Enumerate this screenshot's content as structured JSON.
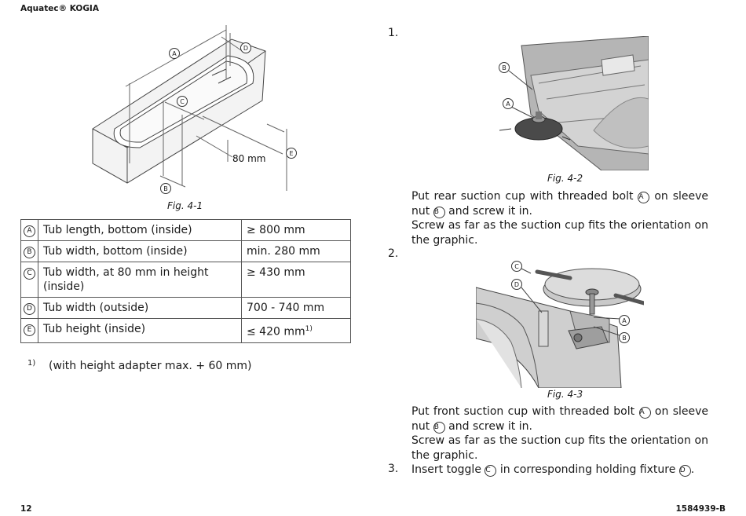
{
  "header": {
    "brand": "Aquatec® KOGIA"
  },
  "footer": {
    "page_number": "12",
    "doc_id": "1584939-B"
  },
  "fig_4_1": {
    "caption": "Fig. 4-1",
    "dimension_label": "80 mm",
    "markers": [
      "A",
      "B",
      "C",
      "D",
      "E"
    ]
  },
  "spec_table": {
    "rows": [
      {
        "key": "A",
        "label": "Tub length, bottom (inside)",
        "value": "≥ 800 mm",
        "footnote": ""
      },
      {
        "key": "B",
        "label": "Tub width, bottom (inside)",
        "value": "min. 280 mm",
        "footnote": ""
      },
      {
        "key": "C",
        "label": "Tub width, at 80 mm in height (inside)",
        "value": "≥ 430 mm",
        "footnote": ""
      },
      {
        "key": "D",
        "label": "Tub width (outside)",
        "value": "700 - 740 mm",
        "footnote": ""
      },
      {
        "key": "E",
        "label": "Tub height (inside)",
        "value": "≤ 420 mm",
        "footnote": "1)"
      }
    ]
  },
  "footnote": {
    "mark": "1)",
    "text": "(with height adapter max. + 60 mm)"
  },
  "steps": [
    {
      "num": "1."
    },
    {
      "num": "2."
    },
    {
      "num": "3."
    }
  ],
  "fig_4_2": {
    "caption": "Fig. 4-2",
    "markers": [
      "B",
      "A"
    ]
  },
  "fig_4_3": {
    "caption": "Fig. 4-3",
    "markers": [
      "C",
      "D",
      "A",
      "B"
    ]
  },
  "step1": {
    "line1_a": "Put rear suction cup with threaded bolt",
    "line1_m": "A",
    "line1_b": "on sleeve nut",
    "line1_m2": "B",
    "line1_c": "and screw it in.",
    "line2": "Screw as far as the suction cup fits the orientation on the graphic."
  },
  "step2": {
    "line1_a": "Put front suction cup with threaded bolt",
    "line1_m": "A",
    "line1_b": "on sleeve nut",
    "line1_m2": "B",
    "line1_c": "and screw it in.",
    "line2": "Screw as far as the suction cup fits the orientation on the graphic."
  },
  "step3": {
    "text_a": "Insert toggle",
    "m1": "C",
    "text_b": "in corresponding holding fixture",
    "m2": "D",
    "text_c": "."
  }
}
